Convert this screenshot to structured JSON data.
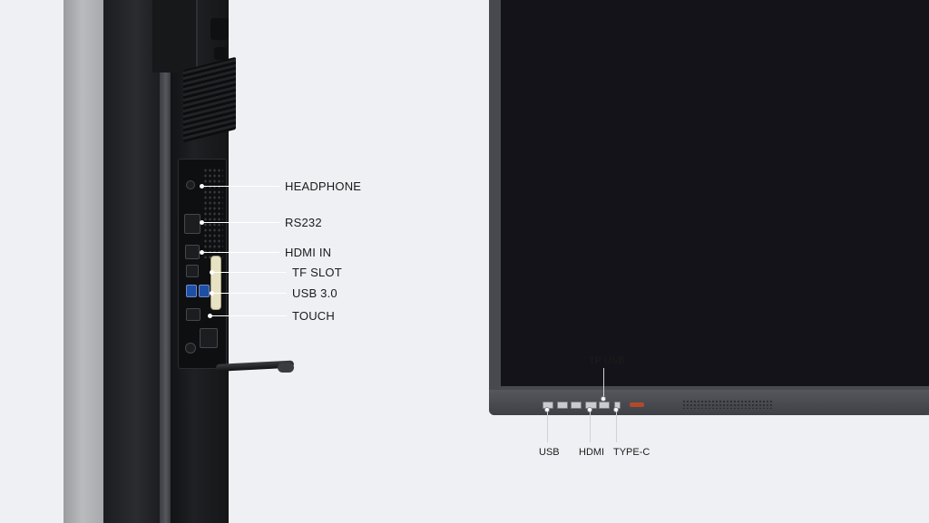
{
  "side_view": {
    "labels": [
      "HEADPHONE",
      "RS232",
      "HDMI IN",
      "TF SLOT",
      "USB 3.0",
      "TOUCH"
    ]
  },
  "front_view": {
    "top_label": "TP USB",
    "bottom_labels": [
      "USB",
      "HDMI",
      "TYPE-C"
    ]
  },
  "colors": {
    "background": "#eef0f3",
    "screen": "#131319",
    "bezel": "#47494e",
    "callout": "#ffffff",
    "power_led": "#b14a2a"
  }
}
